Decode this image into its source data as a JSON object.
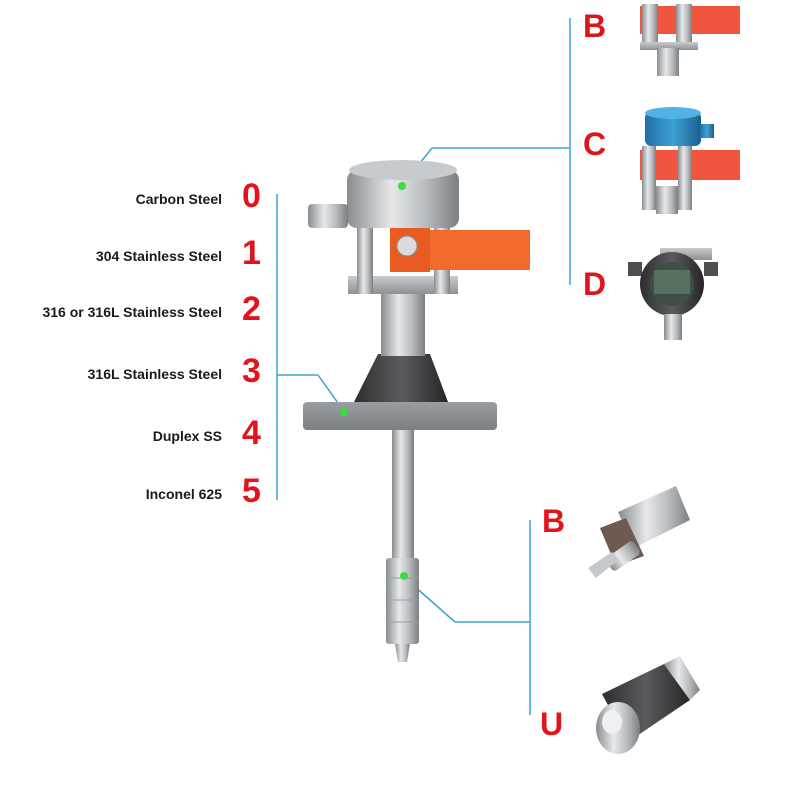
{
  "materials": [
    {
      "label": "Carbon Steel",
      "code": "0"
    },
    {
      "label": "304 Stainless Steel",
      "code": "1"
    },
    {
      "label": "316 or 316L Stainless Steel",
      "code": "2"
    },
    {
      "label": "316L Stainless Steel",
      "code": "3"
    },
    {
      "label": "Duplex SS",
      "code": "4"
    },
    {
      "label": "Inconel 625",
      "code": "5"
    }
  ],
  "housing_options": [
    "B",
    "C",
    "D"
  ],
  "probe_options": [
    "B",
    "U"
  ],
  "colors": {
    "accent_red": "#e0141c",
    "leader_line": "#3aa6c9",
    "paddle_orange": "#f26a2e",
    "flange_gray": "#8d9196",
    "marker_green": "#3ddc3d"
  }
}
